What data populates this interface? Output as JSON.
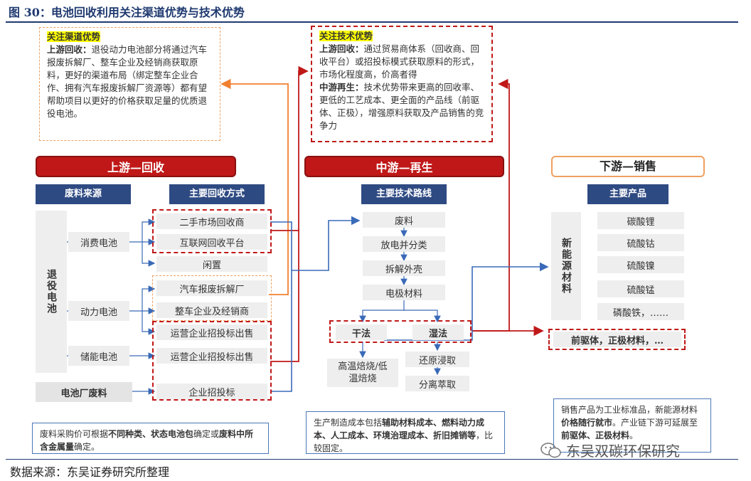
{
  "title": "图 30：电池回收利用关注渠道优势与技术优势",
  "source": "数据来源：东吴证券研究所整理",
  "watermark": "东吴双碳环保研究",
  "channel_note": {
    "heading": "关注渠道优势",
    "label": "上游回收：",
    "text": "退役动力电池部分将通过汽车报废拆解厂、整车企业及经销商获取原料，更好的渠道布局（绑定整车企业合作、拥有汽车报废拆解厂资源等）都有望帮助项目以更好的价格获取足量的优质退役电池。"
  },
  "tech_note": {
    "heading": "关注技术优势",
    "label1": "上游回收：",
    "text1": "通过贸易商体系（回收商、回收平台）或招投标模式获取原料的形式，市场化程度高，价高者得",
    "label2": "中游再生：",
    "text2": "技术优势带来更高的回收率、更低的工艺成本、更全面的产品线（前驱体、正极），增强原料获取及产品销售的竞争力"
  },
  "stages": {
    "up": "上游—回收",
    "mid": "中游—再生",
    "down": "下游—销售"
  },
  "upstream": {
    "hdr_source": "废料来源",
    "hdr_method": "主要回收方式",
    "retired": "退役电池",
    "factory_waste": "电池厂废料",
    "consumer": "消费电池",
    "power": "动力电池",
    "storage": "储能电池",
    "methods": [
      "二手市场回收商",
      "互联网回收平台",
      "闲置",
      "汽车报废拆解厂",
      "整车企业及经销商",
      "运营企业招投标出售",
      "运营企业招投标出售",
      "企业招投标"
    ],
    "note_parts": [
      "废料采购价可根据",
      "不同种类、状态电池包",
      "确定或",
      "废料中所含金属量",
      "确定。"
    ]
  },
  "midstream": {
    "hdr": "主要技术路线",
    "steps": [
      "废料",
      "放电并分类",
      "拆解外壳",
      "电极材料"
    ],
    "dry": "干法",
    "wet": "湿法",
    "dry_steps": [
      "高温焙烧/低温焙烧"
    ],
    "wet_steps": [
      "还原浸取",
      "分离萃取"
    ],
    "note_parts": [
      "生产制造成本包括",
      "辅助材料成本、燃料动力成本、人工成本、环境治理成本、折旧摊销等",
      "，比较固定。"
    ]
  },
  "downstream": {
    "hdr": "主要产品",
    "new_energy": "新能源材料",
    "products": [
      "碳酸锂",
      "硫酸钴",
      "硫酸镍",
      "硫酸锰",
      "磷酸铁，……"
    ],
    "precursor": "前驱体，正极材料，…",
    "note_parts": [
      "销售产品为工业标准品，新能源材料",
      "价格随行就市",
      "。产业链下游可延展至",
      "前驱体、正极材料",
      "。"
    ]
  }
}
